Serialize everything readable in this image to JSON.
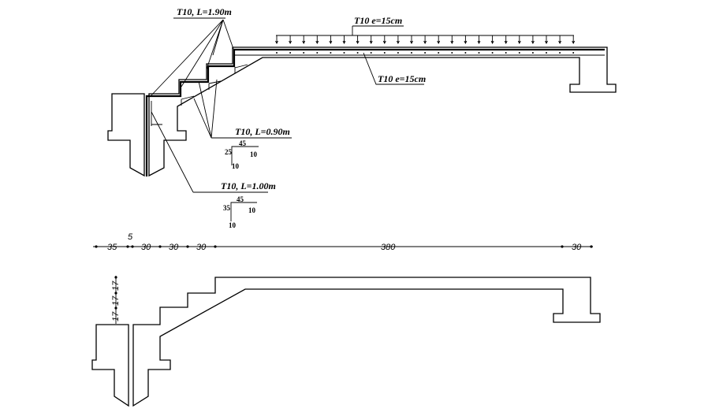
{
  "labels": {
    "bar_190": "T10, L=1.90m",
    "bar_090": "T10, L=0.90m",
    "bar_100": "T10, L=1.00m",
    "top_mesh": "T10 e=15cm",
    "bottom_mesh": "T10 e=15cm"
  },
  "bend_090": {
    "top": "45",
    "left": "25",
    "right": "10",
    "bottom": "10"
  },
  "bend_100": {
    "top": "45",
    "left": "35",
    "right": "10",
    "bottom": "10"
  },
  "dimensions": {
    "horizontal": [
      "35",
      "5",
      "30",
      "30",
      "30",
      "380",
      "30"
    ],
    "vertical": [
      "17",
      "17",
      "17"
    ]
  },
  "colors": {
    "line": "#000000",
    "background": "#ffffff"
  }
}
